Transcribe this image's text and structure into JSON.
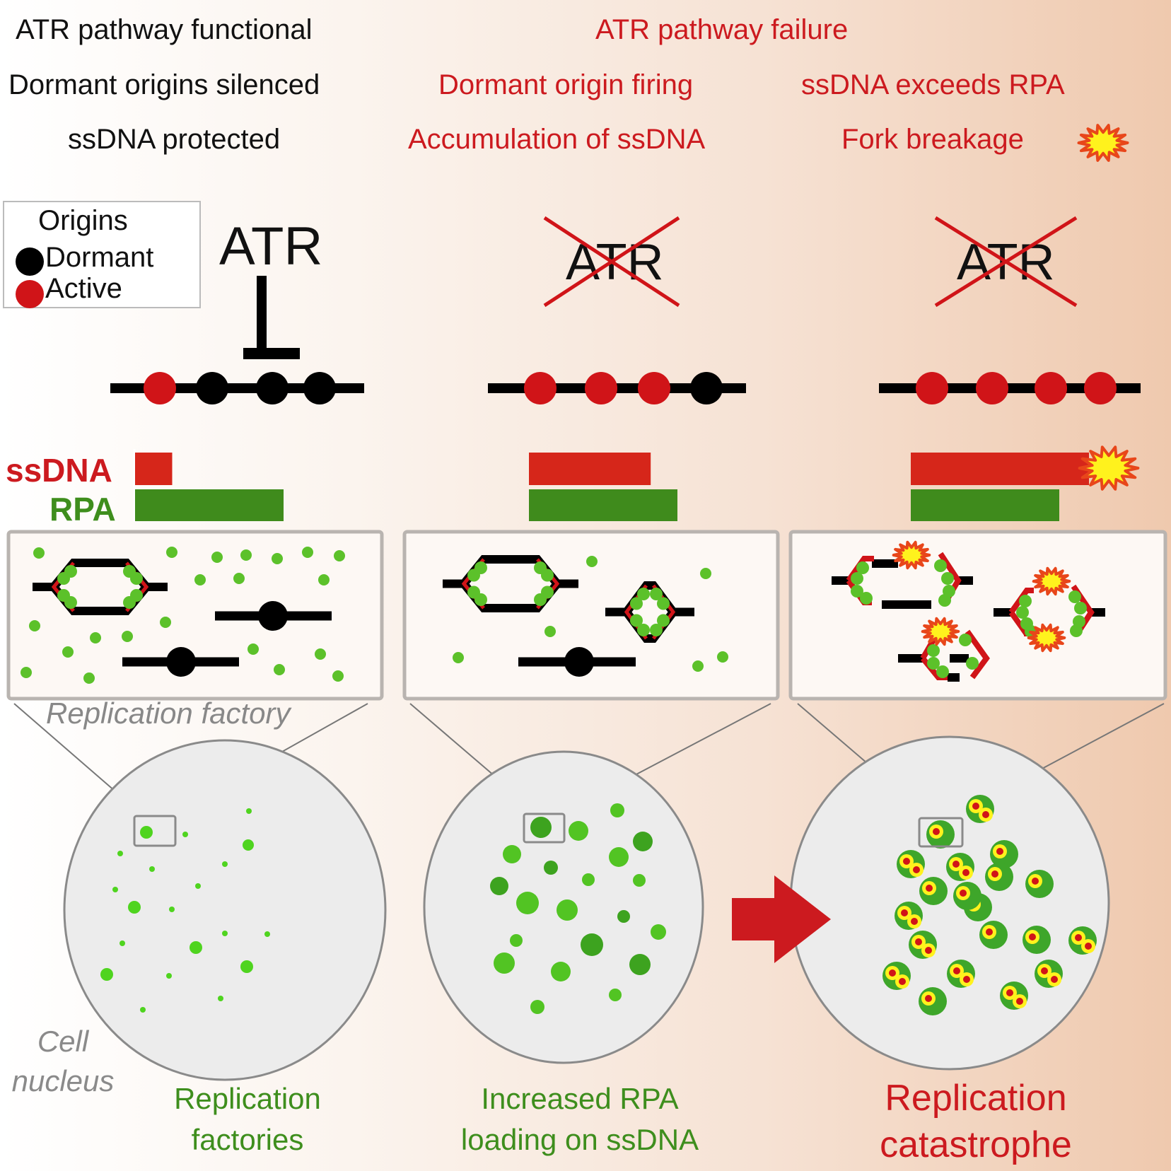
{
  "colors": {
    "active_origin": "#d01418",
    "dormant_origin": "#000000",
    "ssdna_bar": "#d6261a",
    "rpa_bar": "#3f8b1c",
    "rpa_dot": "#5cc12a",
    "header_red": "#cc1a1f",
    "label_green": "#3e8e1d",
    "burst_fill": "#fff21d",
    "burst_stroke": "#e8461a",
    "nucleus_fill": "#ececec",
    "arrow": "#cc1a1f"
  },
  "headers": {
    "functional_title": "ATR pathway functional",
    "functional_line2": "Dormant origins silenced",
    "functional_line3": "ssDNA protected",
    "failure_title": "ATR pathway failure",
    "mid_line2": "Dormant origin firing",
    "mid_line3": "Accumulation of ssDNA",
    "right_line2": "ssDNA exceeds RPA",
    "right_line3": "Fork breakage"
  },
  "legend": {
    "title": "Origins",
    "items": [
      {
        "label": "Dormant",
        "color": "#000000"
      },
      {
        "label": "Active",
        "color": "#d01418"
      }
    ]
  },
  "atr_label": "ATR",
  "bar_labels": {
    "ssdna": "ssDNA",
    "rpa": "RPA"
  },
  "panels": [
    {
      "id": "functional",
      "atr_crossed": false,
      "atr_inhibits": true,
      "origins": [
        "active",
        "dormant",
        "dormant",
        "dormant"
      ],
      "ssdna_level": 0.25,
      "rpa_level": 1.0,
      "fork_breakage": false,
      "factory_label": "Replication factory",
      "nucleus_label": "Cell nucleus",
      "caption_line1": "Replication",
      "caption_line2": "factories",
      "caption_color": "green"
    },
    {
      "id": "origin-firing",
      "atr_crossed": true,
      "atr_inhibits": false,
      "origins": [
        "active",
        "active",
        "active",
        "dormant"
      ],
      "ssdna_level": 0.82,
      "rpa_level": 1.0,
      "fork_breakage": false,
      "caption_line1": "Increased RPA",
      "caption_line2": "loading on ssDNA",
      "caption_color": "green"
    },
    {
      "id": "catastrophe",
      "atr_crossed": true,
      "atr_inhibits": false,
      "origins": [
        "active",
        "active",
        "active",
        "active"
      ],
      "ssdna_level": 1.2,
      "rpa_level": 1.0,
      "fork_breakage": true,
      "caption_line1": "Replication",
      "caption_line2": "catastrophe",
      "caption_color": "red"
    }
  ],
  "transition_arrow": "right-arrow"
}
